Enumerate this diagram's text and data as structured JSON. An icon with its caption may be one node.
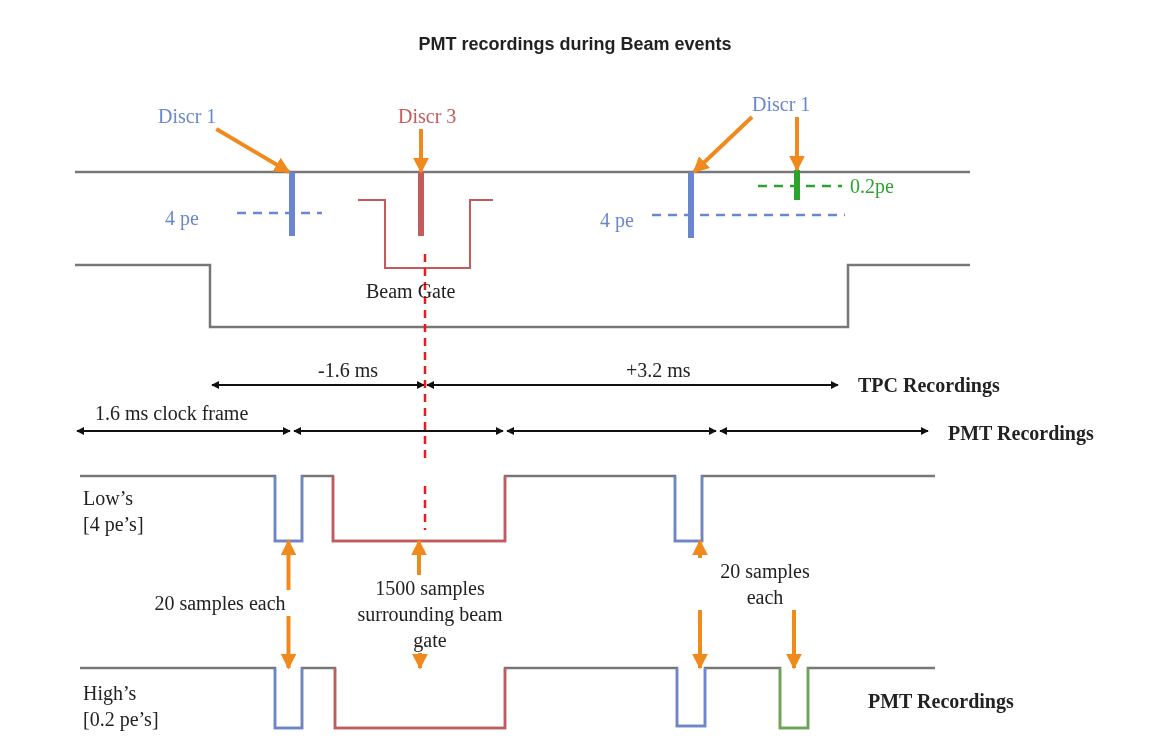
{
  "diagram": {
    "title": "PMT recordings during Beam events",
    "nodes": [
      {
        "text": [
          "Discr 1"
        ]
      },
      {
        "text": [],
        "shape": "bar"
      },
      {
        "text": [
          "Discr 3"
        ]
      },
      {
        "text": [],
        "shape": "bar"
      },
      {
        "text": [
          "Discr 1"
        ]
      },
      {
        "text": [],
        "shape": "bar"
      },
      {
        "text": [],
        "shape": "bar"
      },
      {
        "text": [
          "20 samples each"
        ]
      },
      {
        "text": [],
        "shape": "box"
      },
      {
        "text": [],
        "shape": "box"
      },
      {
        "text": [
          "1500 samples surrounding beam gate"
        ]
      },
      {
        "text": [],
        "shape": "box"
      },
      {
        "text": [],
        "shape": "box"
      },
      {
        "text": [
          "20 samples each"
        ]
      },
      {
        "text": [],
        "shape": "box"
      },
      {
        "text": [],
        "shape": "box"
      },
      {
        "text": [],
        "shape": "box"
      }
    ],
    "edges": [
      {
        "from": 0,
        "to": 1,
        "arrow": "to"
      },
      {
        "from": 2,
        "to": 3,
        "arrow": "to"
      },
      {
        "from": 4,
        "to": 5,
        "arrow": "to"
      },
      {
        "from": 4,
        "to": 6,
        "arrow": "to"
      },
      {
        "from": 7,
        "to": 8,
        "arrow": "to"
      },
      {
        "from": 7,
        "to": 9,
        "arrow": "to"
      },
      {
        "from": 10,
        "to": 11,
        "arrow": "to"
      },
      {
        "from": 10,
        "to": 12,
        "arrow": "to"
      },
      {
        "from": 13,
        "to": 14,
        "arrow": "to"
      },
      {
        "from": 13,
        "to": 15,
        "arrow": "to"
      },
      {
        "from": 13,
        "to": 16,
        "arrow": "to"
      }
    ],
    "labels": [
      "4 pe",
      "Beam Gate",
      "4 pe",
      "0.2pe",
      "-1.6 ms",
      "+3.2 ms",
      "TPC Recordings",
      "1.6 ms clock frame",
      "PMT Recordings",
      "Low’s [4 pe’s]",
      "High’s [0.2 pe’s]",
      "PMT Recordings"
    ]
  }
}
